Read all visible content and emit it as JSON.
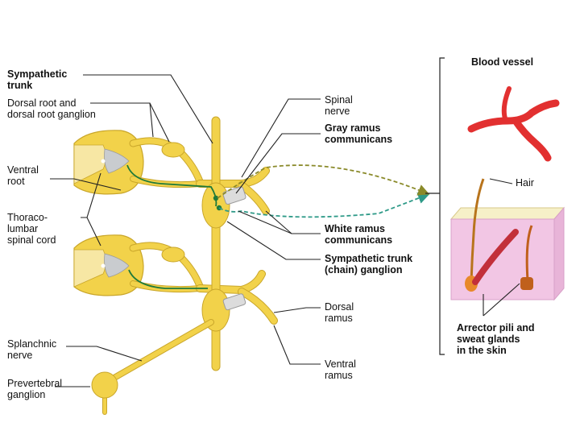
{
  "labels": {
    "sympathetic_trunk": "Sympathetic\ntrunk",
    "dorsal_root": "Dorsal root and\ndorsal root ganglion",
    "ventral_root": "Ventral\nroot",
    "spinal_cord": "Thoraco-\nlumbar\nspinal cord",
    "splanchnic_nerve": "Splanchnic\nnerve",
    "prevertebral_ganglion": "Prevertebral\nganglion",
    "spinal_nerve": "Spinal\nnerve",
    "gray_ramus": "Gray ramus\ncommunicans",
    "white_ramus": "White ramus\ncommunicans",
    "trunk_ganglion": "Sympathetic trunk\n(chain) ganglion",
    "dorsal_ramus": "Dorsal\nramus",
    "ventral_ramus": "Ventral\nramus",
    "blood_vessel": "Blood vessel",
    "hair": "Hair",
    "arrector": "Arrector pili and\nsweat glands\nin the skin"
  },
  "colors": {
    "nerve": "#f2d24a",
    "nerve_outline": "#c9a62a",
    "cord_white": "#fbf0b8",
    "cord_gray": "#c9cccf",
    "fiber": "#1f7a3a",
    "fiber_post": "#2e9a88",
    "vessel": "#e23030",
    "skin": "#f2c6e4",
    "skin_top": "#f6f0c8",
    "line": "#222222"
  }
}
